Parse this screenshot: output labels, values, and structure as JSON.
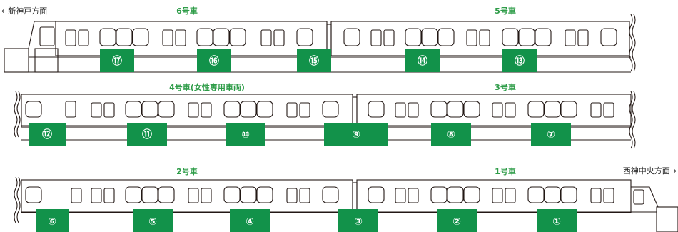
{
  "directions": {
    "left": "←新神戸方面",
    "right": "西神中央方面→"
  },
  "cars": [
    {
      "label": "6号車"
    },
    {
      "label": "5号車"
    },
    {
      "label": "4号車(女性専用車両)"
    },
    {
      "label": "3号車"
    },
    {
      "label": "2号車"
    },
    {
      "label": "1号車"
    }
  ],
  "doors": [
    "⑰",
    "⑯",
    "⑮",
    "⑭",
    "⑬",
    "⑫",
    "⑪",
    "⑩",
    "⑨",
    "⑧",
    "⑦",
    "⑥",
    "⑤",
    "④",
    "③",
    "②",
    "①"
  ],
  "colors": {
    "door_green": "#12924a",
    "label_green": "#2e9c48",
    "outline": "#231815"
  }
}
